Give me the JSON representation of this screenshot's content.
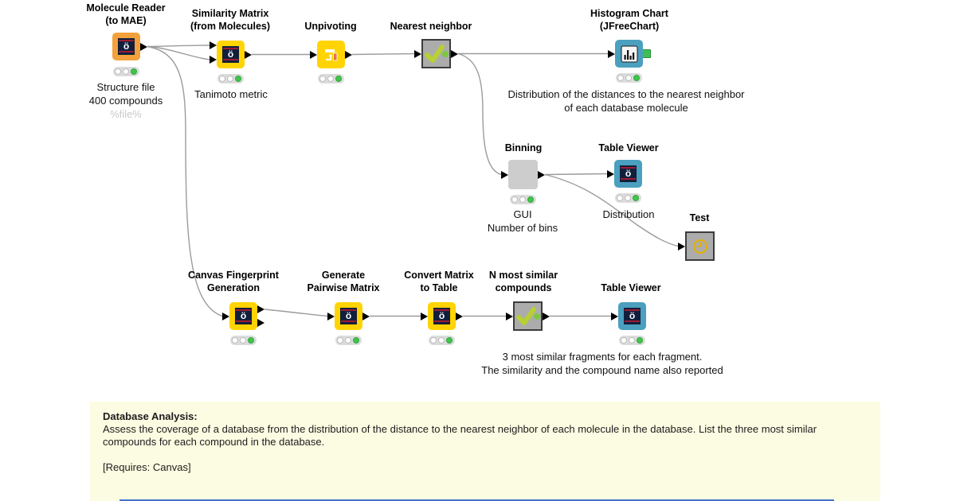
{
  "workflow": {
    "nodes": [
      {
        "type": "source",
        "title1": "Molecule Reader",
        "title2": "(to MAE)",
        "comment1": "Structure file",
        "comment2": "400 compounds",
        "flow_var": "%file%",
        "status": "executed"
      },
      {
        "type": "manipulator",
        "title1": "Similarity Matrix",
        "title2": "(from Molecules)",
        "comment1": "Tanimoto metric",
        "status": "executed"
      },
      {
        "type": "manipulator",
        "title1": "Unpivoting",
        "status": "executed"
      },
      {
        "type": "metanode",
        "title1": "Nearest neighbor",
        "status": "executed"
      },
      {
        "type": "viewer",
        "title1": "Histogram Chart",
        "title2": "(JFreeChart)",
        "comment1": "Distribution of the distances to the nearest neighbor",
        "comment2": "of each database molecule",
        "status": "executed"
      },
      {
        "type": "metanode-gray",
        "title1": "Binning",
        "comment1": "GUI",
        "comment2": "Number of bins",
        "status": "executed"
      },
      {
        "type": "viewer",
        "title1": "Table Viewer",
        "comment1": "Distribution",
        "status": "executed"
      },
      {
        "type": "test",
        "title1": "Test"
      },
      {
        "type": "manipulator",
        "title1": "Canvas Fingerprint",
        "title2": "Generation",
        "status": "executed"
      },
      {
        "type": "manipulator",
        "title1": "Generate",
        "title2": "Pairwise Matrix",
        "status": "executed"
      },
      {
        "type": "manipulator",
        "title1": "Convert Matrix",
        "title2": "to Table",
        "status": "executed"
      },
      {
        "type": "metanode",
        "title1": "N most similar",
        "title2": "compounds",
        "status": "executed"
      },
      {
        "type": "viewer",
        "title1": "Table Viewer",
        "status": "executed"
      }
    ],
    "note_line1": "3 most similar fragments for each fragment.",
    "note_line2": "The similarity and the compound name also reported"
  },
  "annotation": {
    "heading": "Database Analysis:",
    "body": "Assess the coverage of a database from the distribution of the distance to the nearest neighbor of each molecule in the database. List the three most similar compounds for each compound in the database.",
    "requires": "[Requires: Canvas]"
  },
  "icons": {
    "schrodinger_glyph": "ö"
  },
  "colors": {
    "node_orange": "#F2A13C",
    "node_yellow": "#FFD402",
    "node_blue": "#4AA0BE",
    "metanode_gray": "#ACACAC",
    "binning_gray": "#CDCDCD",
    "status_green": "#3FC64C",
    "checkmark_green": "#B8CF35",
    "metanode_dot_green": "#7CC840",
    "image_port_green": "#3FBF53",
    "annotation_bg": "#FCFCE2",
    "bottom_bar_blue": "#4573C9",
    "edge_gray": "#9B9B9B"
  }
}
